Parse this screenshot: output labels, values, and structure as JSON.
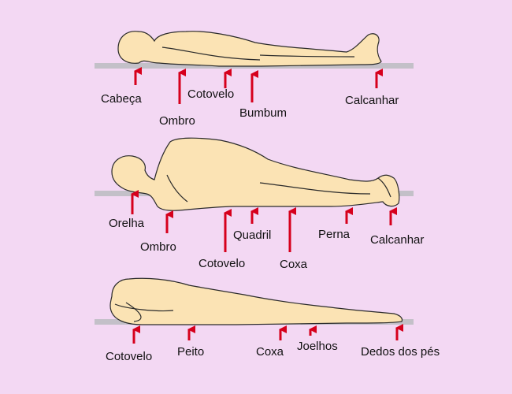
{
  "panels": [
    {
      "name": "supine",
      "labels": [
        "Cabeça",
        "Ombro",
        "Cotovelo",
        "Bumbum",
        "Calcanhar"
      ]
    },
    {
      "name": "lateral",
      "labels": [
        "Orelha",
        "Ombro",
        "Cotovelo",
        "Quadril",
        "Coxa",
        "Perna",
        "Calcanhar"
      ]
    },
    {
      "name": "prone",
      "labels": [
        "Cotovelo",
        "Peito",
        "Coxa",
        "Joelhos",
        "Dedos dos pés"
      ]
    }
  ],
  "colors": {
    "background": "#f3d8f3",
    "body_fill": "#fbe3b4",
    "body_stroke": "#2a2a2a",
    "surface": "#c3c0c8",
    "arrow": "#d6001c"
  }
}
